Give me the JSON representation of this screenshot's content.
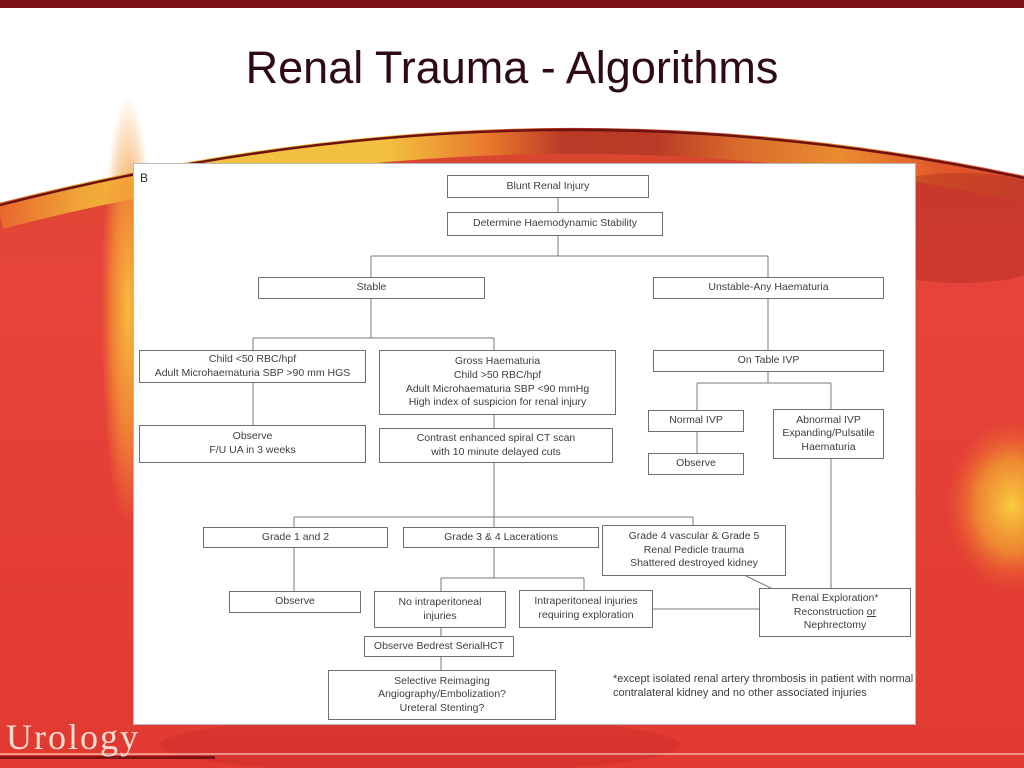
{
  "slide": {
    "title": "Renal Trauma - Algorithms",
    "brand": "Urology",
    "panel_label": "B"
  },
  "flowchart": {
    "blunt": "Blunt Renal Injury",
    "determine": "Determine Haemodynamic Stability",
    "stable": "Stable",
    "unstable": "Unstable-Any Haematuria",
    "child": {
      "line1": "Child <50 RBC/hpf",
      "line2": "Adult Microhaematuria SBP >90 mm HGS"
    },
    "observe_fu": {
      "line1": "Observe",
      "line2": "F/U UA in 3 weeks"
    },
    "gross": {
      "line1": "Gross Haematuria",
      "line2": "Child >50 RBC/hpf",
      "line3": "Adult Microhaematuria SBP <90 mmHg",
      "line4": "High index of suspicion for renal injury"
    },
    "contrast": {
      "line1": "Contrast enhanced spiral CT scan",
      "line2": "with 10 minute delayed cuts"
    },
    "on_table": "On Table IVP",
    "normal_ivp": "Normal IVP",
    "observe_ivp": "Observe",
    "abnormal": {
      "line1": "Abnormal IVP",
      "line2": "Expanding/Pulsatile",
      "line3": "Haematuria"
    },
    "grade12": "Grade 1 and 2",
    "grade34": "Grade 3 & 4 Lacerations",
    "grade45": {
      "line1": "Grade 4 vascular & Grade 5",
      "line2": "Renal Pedicle trauma",
      "line3": "Shattered destroyed kidney"
    },
    "observe_grade": "Observe",
    "no_intra": {
      "line1": "No intraperitoneal",
      "line2": "injuries"
    },
    "intra": {
      "line1": "Intraperitoneal injuries",
      "line2": "requiring exploration"
    },
    "renal_exp": {
      "line1": "Renal Exploration*",
      "line2a": "Reconstruction ",
      "line2b": "or",
      "line3": "Nephrectomy"
    },
    "observe_bedrest": "Observe Bedrest SerialHCT",
    "selective": {
      "line1": "Selective Reimaging",
      "line2": "Angiography/Embolization?",
      "line3": "Ureteral Stenting?"
    },
    "footnote": "*except isolated renal artery thrombosis in patient with normal contralateral kidney and no other associated injuries"
  },
  "colors": {
    "top_bar_maroon": "#7a1215",
    "background_red": "#e23a31",
    "flame_yellow": "#f3c242",
    "flame_orange": "#ef8c30",
    "flame_dark_red": "#bb3a27",
    "title_text": "#2e0a19",
    "box_border_gray": "#6f6f6f",
    "brand_text": "#f4ddd2"
  }
}
